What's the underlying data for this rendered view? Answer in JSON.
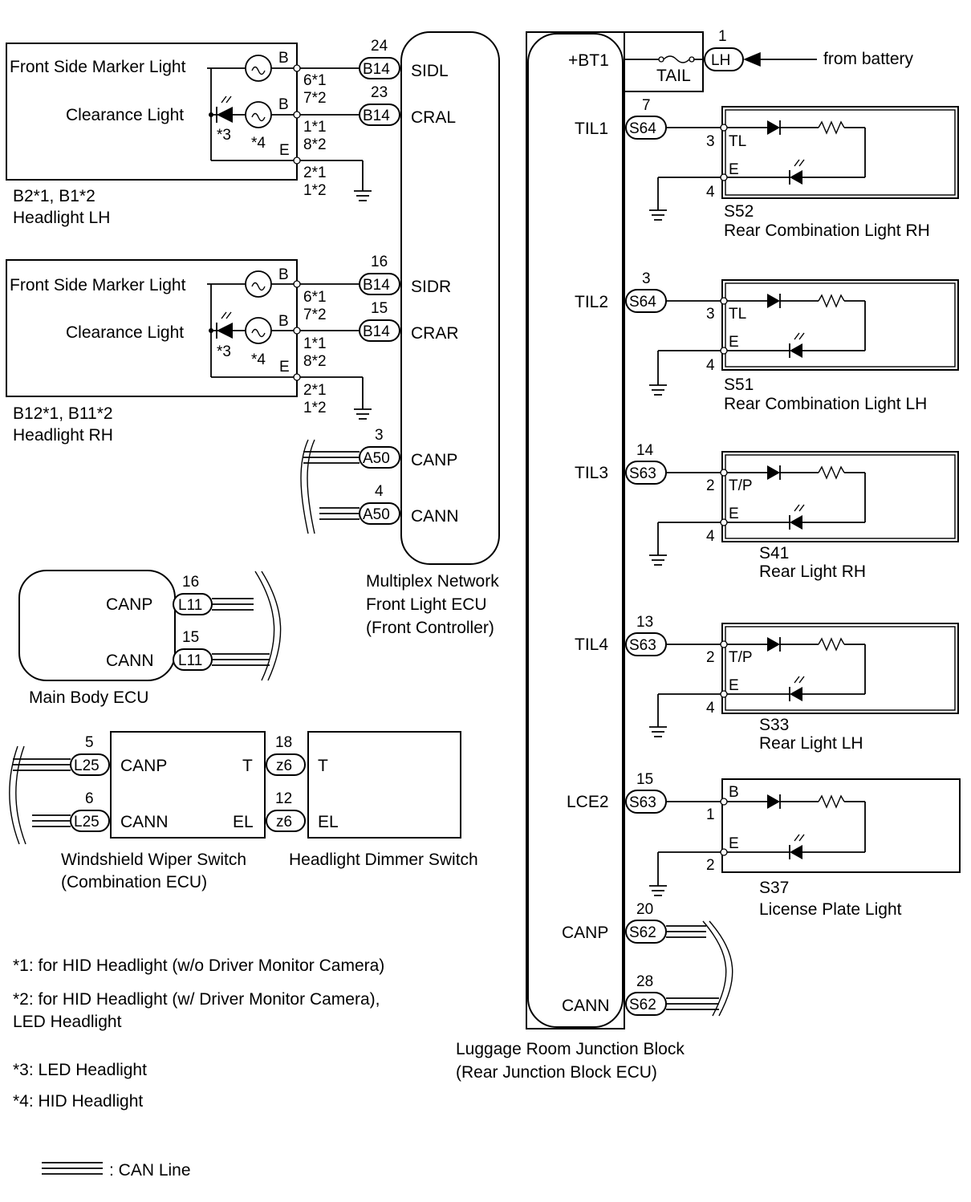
{
  "front_ecu": {
    "name1": "Multiplex Network",
    "name2": "Front Light ECU",
    "name3": "(Front Controller)",
    "terms": [
      {
        "pin": "24",
        "conn": "B14",
        "name": "SIDL"
      },
      {
        "pin": "23",
        "conn": "B14",
        "name": "CRAL"
      },
      {
        "pin": "16",
        "conn": "B14",
        "name": "SIDR"
      },
      {
        "pin": "15",
        "conn": "B14",
        "name": "CRAR"
      },
      {
        "pin": "3",
        "conn": "A50",
        "name": "CANP"
      },
      {
        "pin": "4",
        "conn": "A50",
        "name": "CANN"
      }
    ]
  },
  "headlight_lh": {
    "label1": "B2*1, B1*2",
    "label2": "Headlight LH",
    "side_marker": "Front Side Marker Light",
    "clearance": "Clearance Light",
    "term_b": "B",
    "term_e": "E",
    "pins": [
      "6*1",
      "7*2",
      "1*1",
      "8*2",
      "2*1",
      "1*2"
    ],
    "note3": "*3",
    "note4": "*4"
  },
  "headlight_rh": {
    "label1": "B12*1, B11*2",
    "label2": "Headlight RH",
    "side_marker": "Front Side Marker Light",
    "clearance": "Clearance Light",
    "term_b": "B",
    "term_e": "E",
    "pins": [
      "6*1",
      "7*2",
      "1*1",
      "8*2",
      "2*1",
      "1*2"
    ],
    "note3": "*3",
    "note4": "*4"
  },
  "main_body_ecu": {
    "name": "Main Body ECU",
    "terms": [
      {
        "pin": "16",
        "conn": "L11",
        "name": "CANP"
      },
      {
        "pin": "15",
        "conn": "L11",
        "name": "CANN"
      }
    ]
  },
  "wiper_switch": {
    "name1": "Windshield Wiper Switch",
    "name2": "(Combination ECU)",
    "terms": [
      {
        "pin": "5",
        "conn": "L25",
        "name": "CANP"
      },
      {
        "pin": "6",
        "conn": "L25",
        "name": "CANN"
      }
    ],
    "right_terms": [
      "T",
      "EL"
    ]
  },
  "dimmer_switch": {
    "name": "Headlight Dimmer Switch",
    "terms": [
      {
        "pin": "18",
        "conn": "z6",
        "name": "T"
      },
      {
        "pin": "12",
        "conn": "z6",
        "name": "EL"
      }
    ]
  },
  "rear_jb": {
    "name1": "Luggage Room Junction Block",
    "name2": "(Rear Junction Block ECU)",
    "bt1": "+BT1",
    "fuse": "TAIL",
    "lh_pin": "1",
    "lh_conn": "LH",
    "from_battery": "from battery",
    "terms": [
      {
        "name": "TIL1",
        "pin": "7",
        "conn": "S64"
      },
      {
        "name": "TIL2",
        "pin": "3",
        "conn": "S64"
      },
      {
        "name": "TIL3",
        "pin": "14",
        "conn": "S63"
      },
      {
        "name": "TIL4",
        "pin": "13",
        "conn": "S63"
      },
      {
        "name": "LCE2",
        "pin": "15",
        "conn": "S63"
      }
    ],
    "can": [
      {
        "name": "CANP",
        "pin": "20",
        "conn": "S62"
      },
      {
        "name": "CANN",
        "pin": "28",
        "conn": "S62"
      }
    ]
  },
  "rear_lights": [
    {
      "code": "S52",
      "name": "Rear Combination Light RH",
      "term1": "TL",
      "pin1": "3",
      "term2": "E",
      "pin2": "4"
    },
    {
      "code": "S51",
      "name": "Rear Combination Light LH",
      "term1": "TL",
      "pin1": "3",
      "term2": "E",
      "pin2": "4"
    },
    {
      "code": "S41",
      "name": "Rear Light RH",
      "term1": "T/P",
      "pin1": "2",
      "term2": "E",
      "pin2": "4"
    },
    {
      "code": "S33",
      "name": "Rear Light LH",
      "term1": "T/P",
      "pin1": "2",
      "term2": "E",
      "pin2": "4"
    },
    {
      "code": "S37",
      "name": "License Plate Light",
      "term1": "B",
      "pin1": "1",
      "term2": "E",
      "pin2": "2"
    }
  ],
  "notes": [
    "*1: for HID Headlight (w/o Driver Monitor Camera)",
    "*2: for HID Headlight (w/ Driver Monitor Camera),",
    "LED Headlight",
    "*3: LED Headlight",
    "*4: HID Headlight"
  ],
  "legend": {
    "can_line": ": CAN Line"
  }
}
